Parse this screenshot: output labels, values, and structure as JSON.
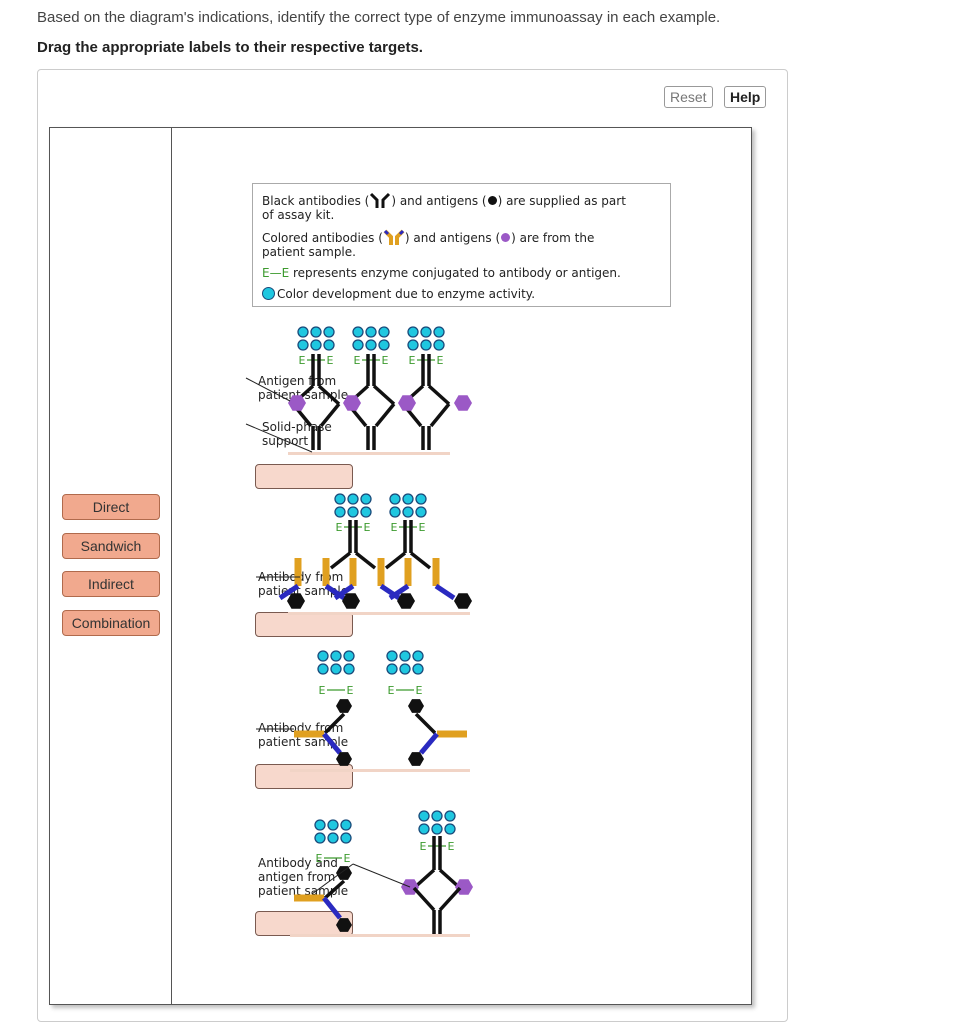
{
  "instructions": {
    "line1": "Based on the diagram's indications, identify the correct type of enzyme immunoassay in each example.",
    "line2": "Drag the appropriate labels to their respective targets."
  },
  "toolbar": {
    "reset_label": "Reset",
    "help_label": "Help"
  },
  "labels": [
    {
      "text": "Direct"
    },
    {
      "text": "Sandwich"
    },
    {
      "text": "Indirect"
    },
    {
      "text": "Combination"
    }
  ],
  "legend": {
    "line1a": "Black antibodies (",
    "line1b": ") and antigens (",
    "line1c": ") are supplied as part",
    "line1d": "of assay kit.",
    "line2a": "Colored antibodies (",
    "line2b": ") and antigens (",
    "line2c": ") are from the",
    "line2d": "patient sample.",
    "line3_symbol": "E—E",
    "line3_text": " represents enzyme conjugated to antibody or antigen.",
    "line4_text": "Color development due to enzyme activity."
  },
  "diagrams": [
    {
      "annotations": [
        "Antigen from\npatient sample",
        "Solid-phase\nsupport"
      ]
    },
    {
      "annotations": [
        "Antibody from\npatient sample"
      ]
    },
    {
      "annotations": [
        "Antibody from\npatient sample"
      ]
    },
    {
      "annotations": [
        "Antibody and\nantigen from\npatient sample"
      ]
    }
  ],
  "enzyme_label": "E",
  "colors": {
    "label_fill": "#f1a98e",
    "target_fill": "#f7d8cc",
    "substrate": "#1fc7e0",
    "patient_antigen": "#9b59c6",
    "patient_antibody": "#e0a020",
    "patient_antibody_inner": "#2a2ac0",
    "enzyme": "#3c9a2e",
    "support": "#f1d4c6"
  }
}
